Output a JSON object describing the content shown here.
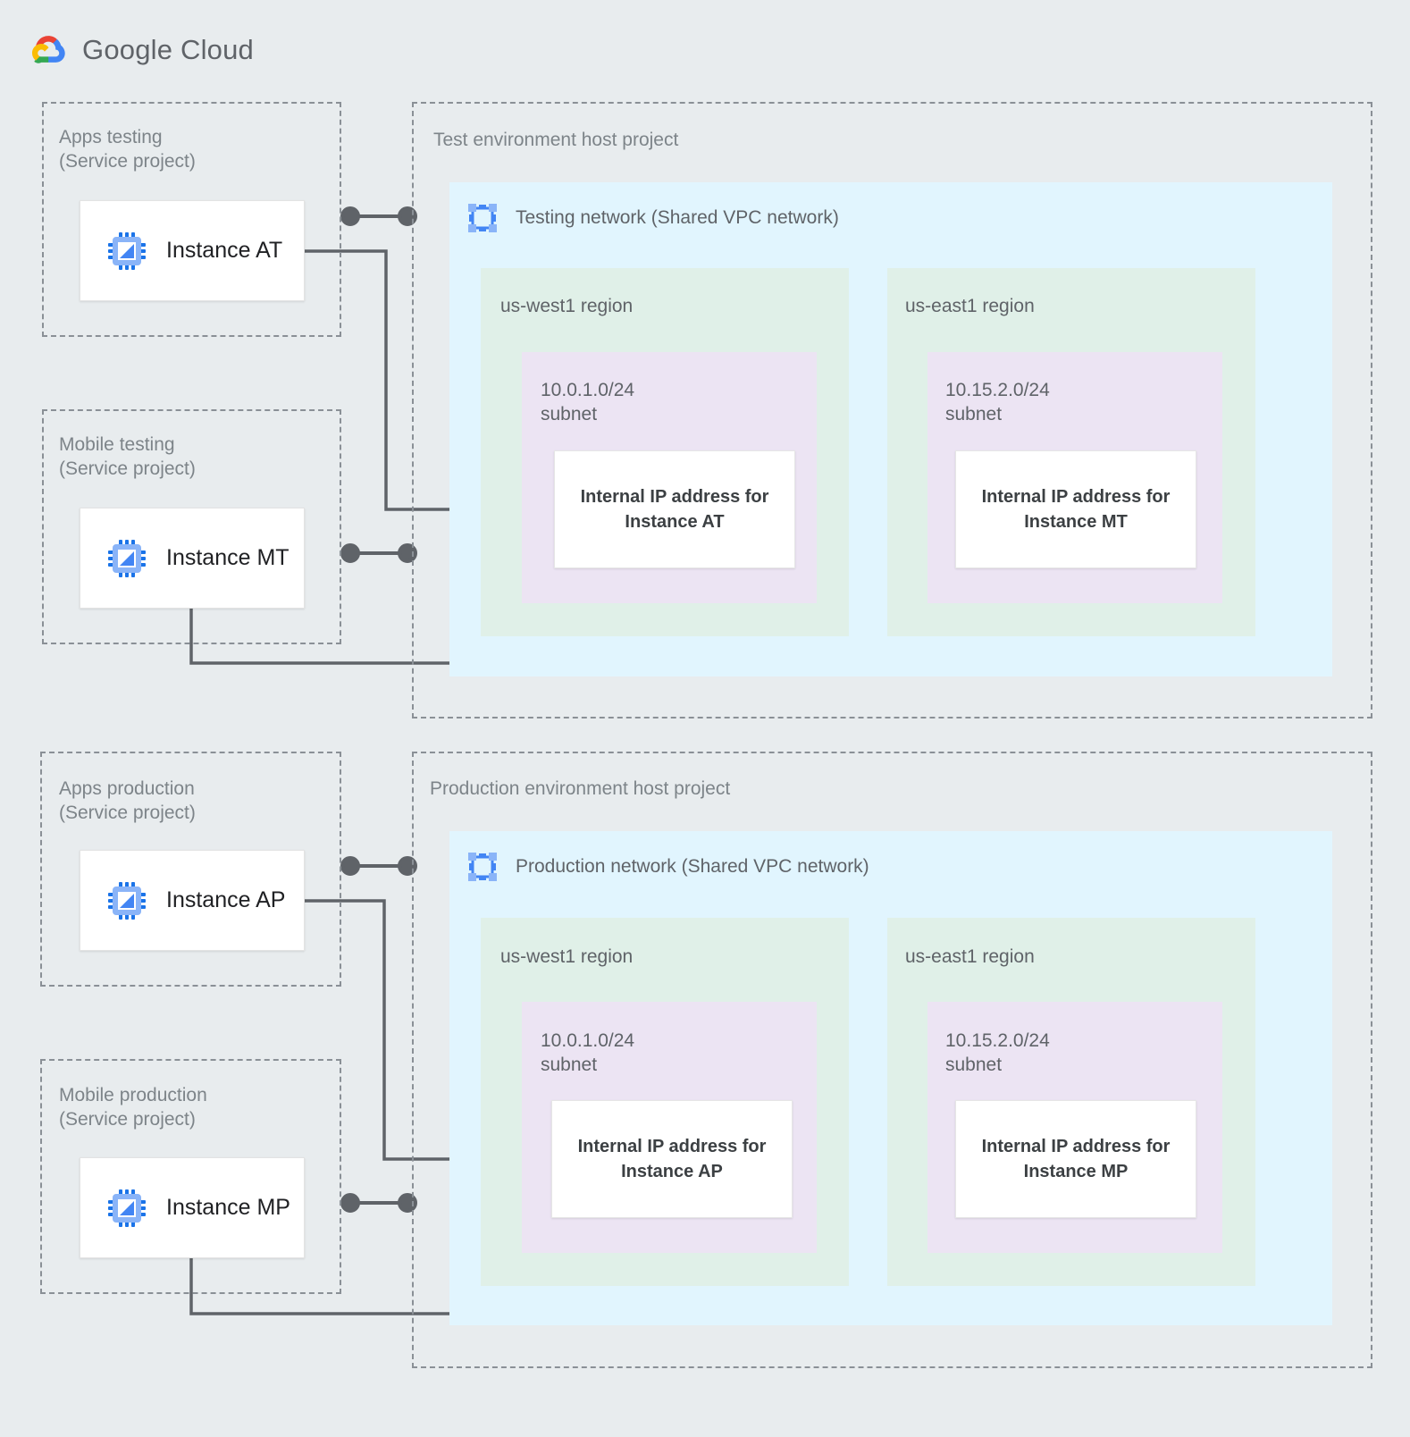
{
  "brand": {
    "name_bold": "Google",
    "name_light": "Cloud",
    "logo_icon": "google-cloud-logo",
    "colors": {
      "red": "#EA4335",
      "blue": "#4285F4",
      "yellow": "#FBBC04",
      "green": "#34A853"
    }
  },
  "palette": {
    "page_background": "#e8ecee",
    "vpc_background": "#e1f5fe",
    "region_background": "#e0f0e8",
    "subnet_background": "#ece4f3",
    "card_background": "#ffffff",
    "dashed_border": "#8a9096",
    "connector": "#5f6368",
    "label_text": "#5f6368",
    "strong_text": "#3c4043",
    "instance_icon_blue": "#4285F4"
  },
  "service_projects": [
    {
      "id": "apps-testing",
      "title": "Apps testing\n(Service project)",
      "instance": {
        "label": "Instance AT",
        "icon": "compute-instance-chip-icon"
      }
    },
    {
      "id": "mobile-testing",
      "title": "Mobile testing\n(Service project)",
      "instance": {
        "label": "Instance MT",
        "icon": "compute-instance-chip-icon"
      }
    },
    {
      "id": "apps-production",
      "title": "Apps production\n(Service project)",
      "instance": {
        "label": "Instance AP",
        "icon": "compute-instance-chip-icon"
      }
    },
    {
      "id": "mobile-production",
      "title": "Mobile production\n(Service project)",
      "instance": {
        "label": "Instance MP",
        "icon": "compute-instance-chip-icon"
      }
    }
  ],
  "host_projects": [
    {
      "id": "test-host",
      "title": "Test environment host project",
      "network": {
        "title": "Testing network (Shared VPC network)",
        "icon": "vpc-network-icon",
        "regions": [
          {
            "id": "test-us-west1",
            "label": "us-west1 region",
            "subnet": {
              "label": "10.0.1.0/24\nsubnet",
              "ip_box": "Internal IP address for\nInstance AT"
            }
          },
          {
            "id": "test-us-east1",
            "label": "us-east1 region",
            "subnet": {
              "label": "10.15.2.0/24\nsubnet",
              "ip_box": "Internal IP address for\nInstance MT"
            }
          }
        ]
      }
    },
    {
      "id": "prod-host",
      "title": "Production environment host project",
      "network": {
        "title": "Production network (Shared VPC network)",
        "icon": "vpc-network-icon",
        "regions": [
          {
            "id": "prod-us-west1",
            "label": "us-west1 region",
            "subnet": {
              "label": "10.0.1.0/24\nsubnet",
              "ip_box": "Internal IP address for\nInstance AP"
            }
          },
          {
            "id": "prod-us-east1",
            "label": "us-east1 region",
            "subnet": {
              "label": "10.15.2.0/24\nsubnet",
              "ip_box": "Internal IP address for\nInstance MP"
            }
          }
        ]
      }
    }
  ],
  "connections": [
    {
      "id": "at-to-west-subnet",
      "from": "Instance AT",
      "to": "Internal IP address for Instance AT"
    },
    {
      "id": "mt-to-east-subnet",
      "from": "Instance MT",
      "to": "Internal IP address for Instance MT"
    },
    {
      "id": "ap-to-west-subnet",
      "from": "Instance AP",
      "to": "Internal IP address for Instance AP"
    },
    {
      "id": "mp-to-east-subnet",
      "from": "Instance MP",
      "to": "Internal IP address for Instance MP"
    }
  ]
}
